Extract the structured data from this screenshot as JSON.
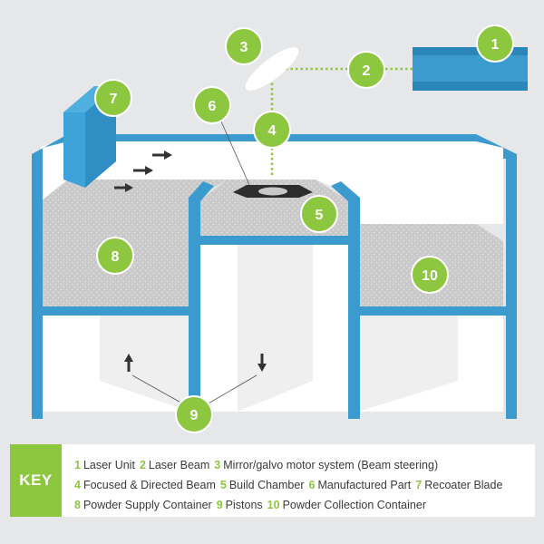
{
  "colors": {
    "background": "#e6e7e8",
    "frame_blue": "#3b9bcf",
    "badge_green": "#8dc63f",
    "powder_gray": "#c9c9c9",
    "part_dark": "#2d2d2d"
  },
  "badges": {
    "b1": "1",
    "b2": "2",
    "b3": "3",
    "b4": "4",
    "b5": "5",
    "b6": "6",
    "b7": "7",
    "b8": "8",
    "b9": "9",
    "b10": "10"
  },
  "key": {
    "label": "KEY",
    "lines": [
      [
        {
          "num": "1",
          "text": "Laser Unit"
        },
        {
          "num": "2",
          "text": "Laser Beam"
        },
        {
          "num": "3",
          "text": "Mirror/galvo motor system (Beam steering)"
        }
      ],
      [
        {
          "num": "4",
          "text": "Focused & Directed Beam"
        },
        {
          "num": "5",
          "text": "Build Chamber"
        },
        {
          "num": "6",
          "text": "Manufactured Part"
        },
        {
          "num": "7",
          "text": "Recoater Blade"
        }
      ],
      [
        {
          "num": "8",
          "text": "Powder Supply Container"
        },
        {
          "num": "9",
          "text": "Pistons"
        },
        {
          "num": "10",
          "text": "Powder Collection Container"
        }
      ]
    ]
  }
}
